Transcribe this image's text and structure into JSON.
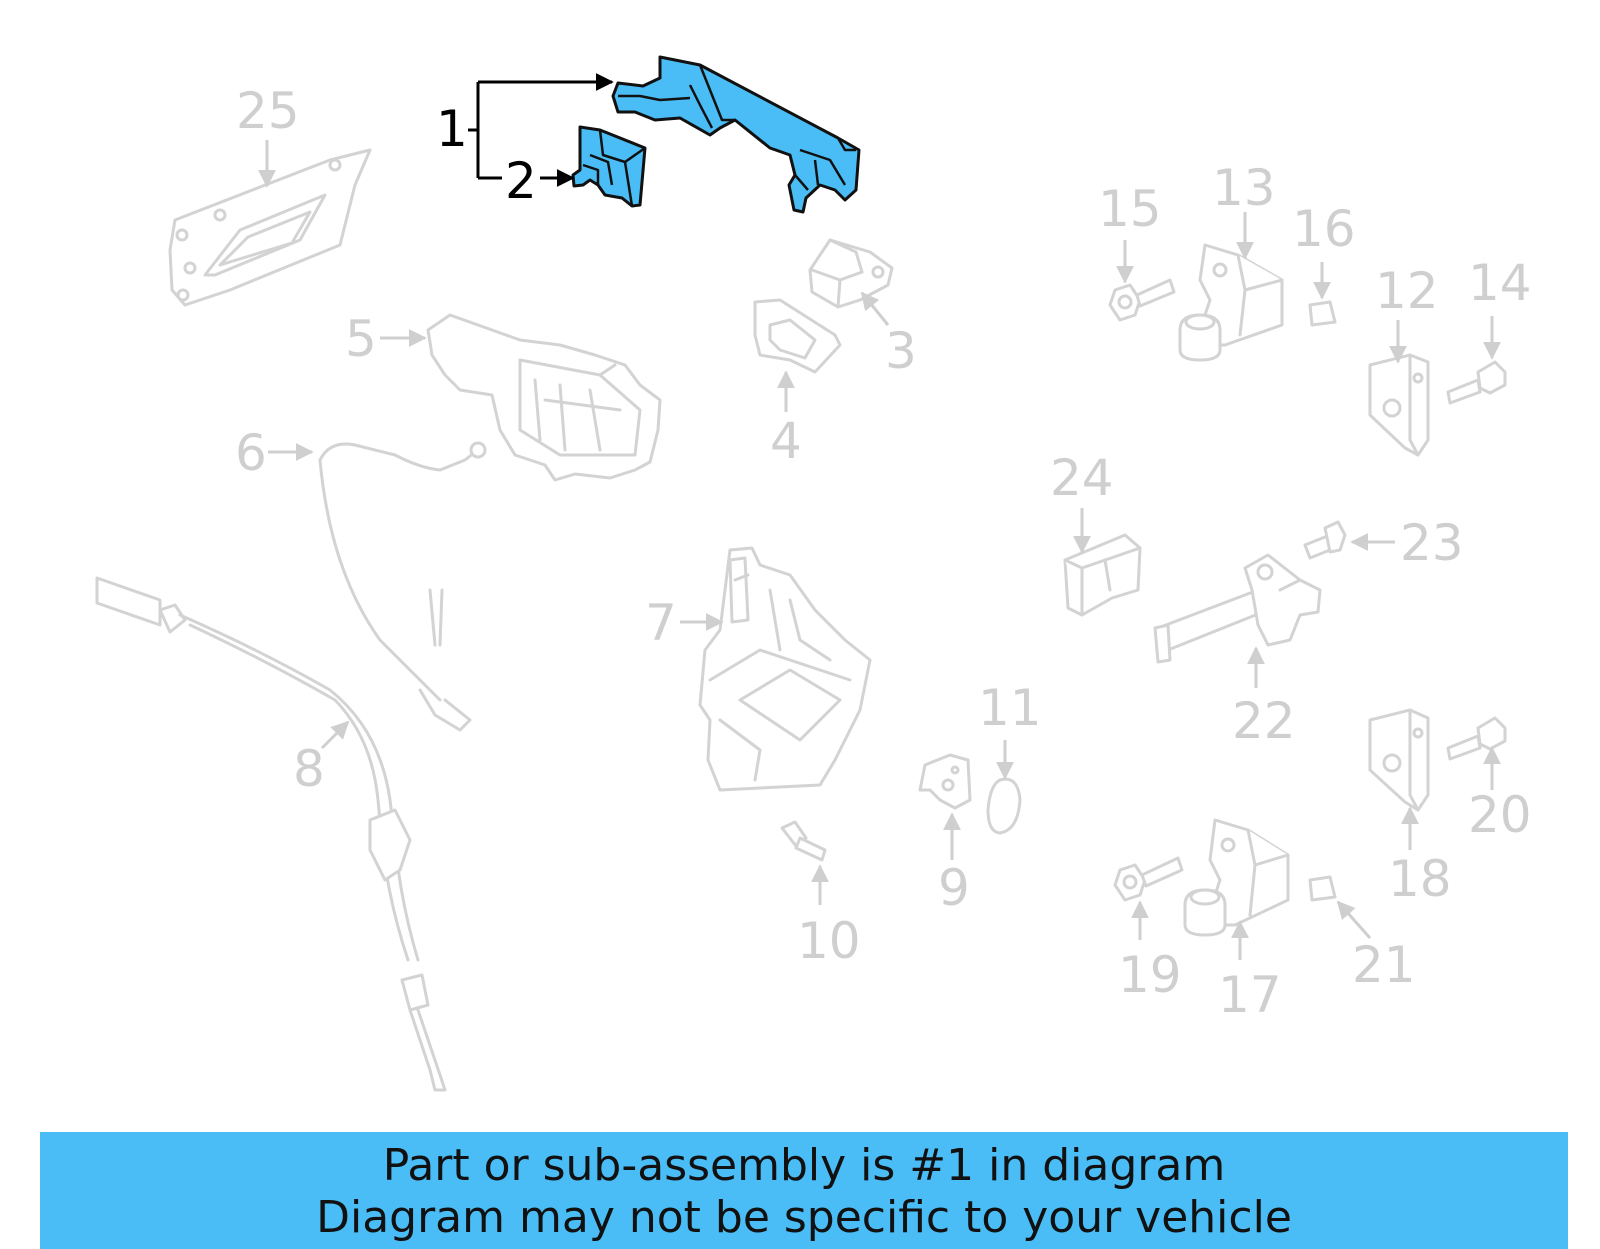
{
  "highlight_color": "#4bbdf6",
  "callouts": {
    "c1": "1",
    "c2": "2",
    "c3": "3",
    "c4": "4",
    "c5": "5",
    "c6": "6",
    "c7": "7",
    "c8": "8",
    "c9": "9",
    "c10": "10",
    "c11": "11",
    "c12": "12",
    "c13": "13",
    "c14": "14",
    "c15": "15",
    "c16": "16",
    "c17": "17",
    "c18": "18",
    "c19": "19",
    "c20": "20",
    "c21": "21",
    "c22": "22",
    "c23": "23",
    "c24": "24",
    "c25": "25"
  },
  "banner": {
    "line1": "Part or sub-assembly is #1 in diagram",
    "line2": "Diagram may not be specific to your vehicle"
  }
}
